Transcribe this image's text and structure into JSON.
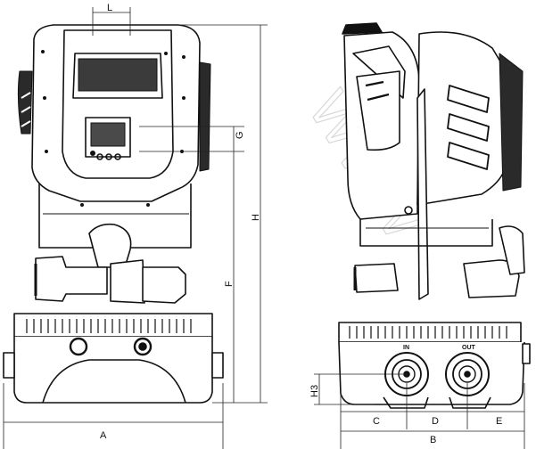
{
  "dimensions": {
    "L": "L",
    "G": "G",
    "H": "H",
    "F": "F",
    "A": "A",
    "B": "B",
    "C": "C",
    "D": "D",
    "E": "E",
    "H3": "H3"
  },
  "ports": {
    "inlet": "IN",
    "outlet": "OUT"
  },
  "watermark": "WWW"
}
